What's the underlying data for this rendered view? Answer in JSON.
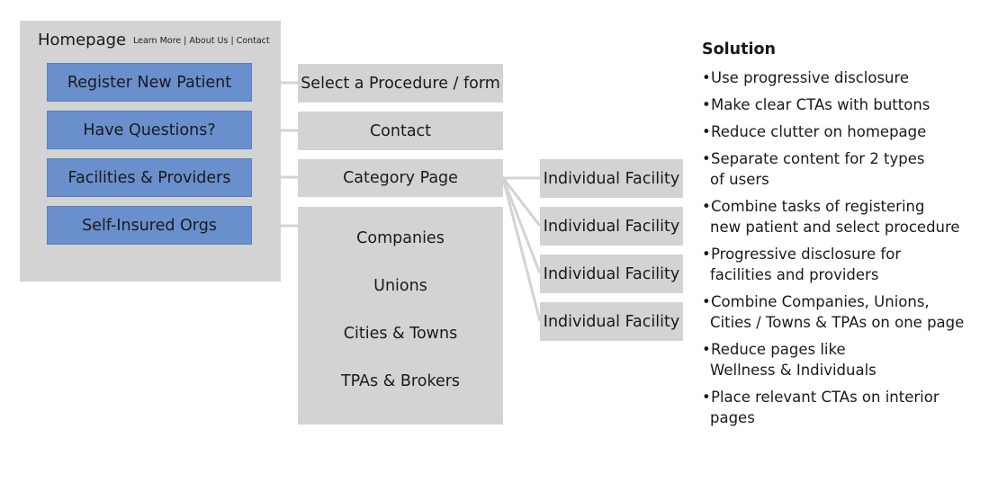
{
  "homepage": {
    "title": "Homepage",
    "nav": [
      "Learn More",
      "About Us",
      "Contact"
    ],
    "separator": "|",
    "buttons": [
      "Register New Patient",
      "Have Questions?",
      "Facilities & Providers",
      "Self-Insured Orgs"
    ]
  },
  "pages": {
    "procedure": "Select a Procedure / form",
    "contact": "Contact",
    "category": "Category Page",
    "org_types": [
      "Companies",
      "Unions",
      "Cities & Towns",
      "TPAs & Brokers"
    ]
  },
  "facilities": [
    "Individual Facility",
    "Individual Facility",
    "Individual Facility",
    "Individual Facility"
  ],
  "solution": {
    "title": "Solution",
    "bullet": "•",
    "items": [
      [
        "Use progressive disclosure"
      ],
      [
        "Make clear CTAs with buttons"
      ],
      [
        "Reduce clutter on homepage"
      ],
      [
        "Separate content for 2 types",
        "of users"
      ],
      [
        "Combine tasks of registering",
        "new patient and select procedure"
      ],
      [
        "Progressive disclosure for",
        "facilities and providers"
      ],
      [
        "Combine Companies, Unions,",
        "Cities / Towns & TPAs on one page"
      ],
      [
        "Reduce pages like",
        "Wellness & Individuals"
      ],
      [
        "Place relevant CTAs on interior",
        "pages"
      ]
    ]
  },
  "colors": {
    "panel": "#d3d3d3",
    "button": "#6a8fcd",
    "connector": "#d3d3d3",
    "text": "#1a1a1a"
  }
}
